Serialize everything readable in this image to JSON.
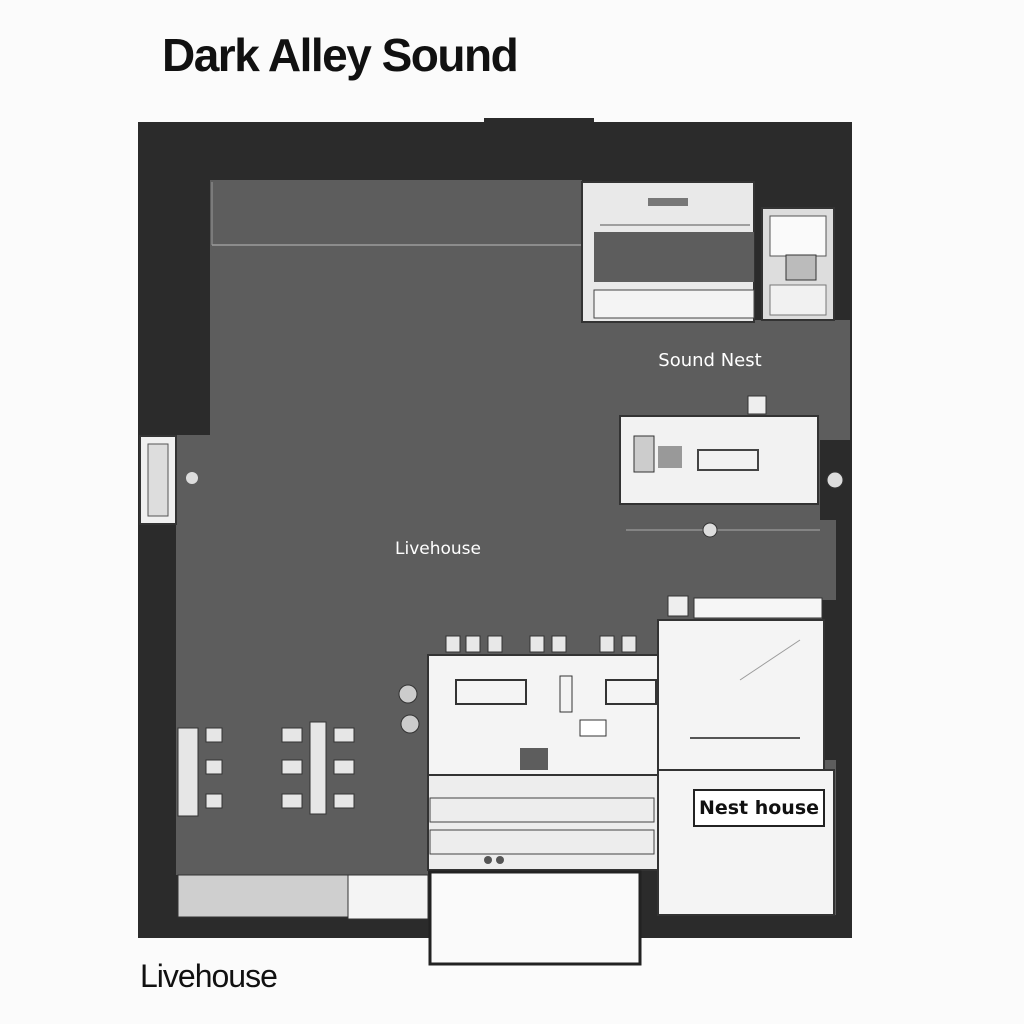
{
  "title": "Dark Alley Sound",
  "footer_label": "Livehouse",
  "rooms": {
    "sound_nest": "Sound Nest",
    "livehouse": "Livehouse",
    "nest_house": "Nest house"
  },
  "colors": {
    "wall": "#2a2a2a",
    "floor": "#5c5c5c",
    "room": "#efefef"
  }
}
